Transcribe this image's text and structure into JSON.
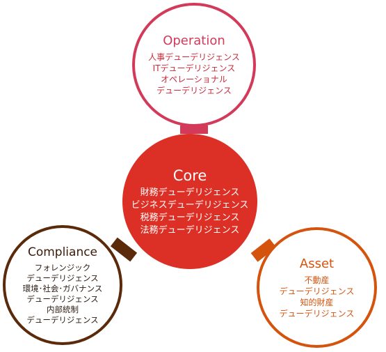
{
  "operation": {
    "title": "Operation",
    "items": [
      "人事デューデリジェンス",
      "ITデューデリジェンス",
      "オペレーショナル",
      "デューデリジェンス"
    ]
  },
  "core": {
    "title": "Core",
    "items": [
      "財務デューデリジェンス",
      "ビジネスデューデリジェンス",
      "税務デューデリジェンス",
      "法務デューデリジェンス"
    ]
  },
  "compliance": {
    "title": "Compliance",
    "items": [
      "フォレンジック",
      "デューデリジェンス",
      "環境･社会･ガバナンス",
      "デューデリジェンス",
      "内部統制",
      "デューデリジェンス"
    ]
  },
  "asset": {
    "title": "Asset",
    "items": [
      "不動産",
      "デューデリジェンス",
      "知的財産",
      "デューデリジェンス"
    ]
  },
  "colors": {
    "operation": "#d33a5a",
    "core": "#dc3026",
    "compliance": "#5a2a0a",
    "asset": "#d4540e"
  }
}
